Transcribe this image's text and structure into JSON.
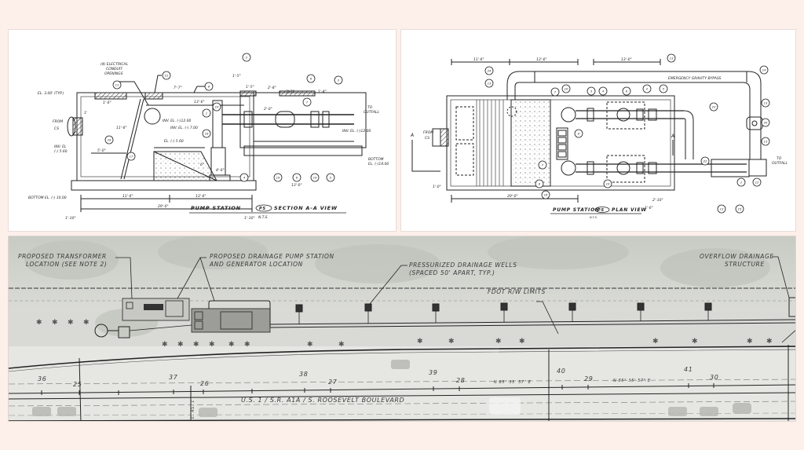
{
  "page": {
    "background": "#fdf0eb"
  },
  "section_view": {
    "title_prefix": "PUMP STATION",
    "title_tag": "PS",
    "title_suffix": "SECTION A-A VIEW",
    "scale": "N.T.S.",
    "labels": {
      "conduit_1": "(4) ELECTRICAL",
      "conduit_2": "CONDUIT",
      "conduit_3": "OPENINGS",
      "el_top": "EL. 3.00' (TYP.)",
      "from_1": "FROM",
      "from_tag": "CS",
      "inv_left_1": "INV. EL",
      "inv_left_2": "(-) 5.60",
      "bottom_el": "BOTTOM EL. (-) 10.00",
      "inv_12": "INV. EL. (-)12.00",
      "inv_7": "INV. EL. (-) 7.00",
      "el_560": "EL. (-) 5.60",
      "to_outfall_1": "TO",
      "to_outfall_2": "OUTFALL",
      "inv_out": "INV. EL. (-)12.00",
      "bottom_right_1": "BOTTOM",
      "bottom_right_2": "EL. (-)14.00"
    },
    "dimensions": {
      "d1": "1'-6\"",
      "d2": "1'",
      "d3": "11'-6\"",
      "d4": "13'-6\"",
      "d5": "5'-0\"",
      "d6": "11'-6\"",
      "d7": "13'-6\"",
      "d8": "29'-0\"",
      "d9": "1'-10\"",
      "d10": "1'-10\"",
      "d11": "7'-7\"",
      "d12": "4'-6\"",
      "d13": "2'-8\"",
      "d14": "3'-3\"",
      "d15": "1'-4\"",
      "d16": "1'-5\"",
      "d17": "1'-5\"",
      "d18": "13'-0\"",
      "d19": "2'-0\"",
      "d20": "6\""
    },
    "callouts": [
      "11",
      "21",
      "8",
      "9",
      "3",
      "2",
      "1",
      "16",
      "10",
      "7",
      "17",
      "18",
      "4",
      "19",
      "6",
      "19",
      "5"
    ]
  },
  "plan_view": {
    "title_prefix": "PUMP STATION",
    "title_tag": "PS",
    "title_suffix": "PLAN VIEW",
    "scale": "N.T.S.",
    "labels": {
      "bypass": "EMERGENCY GRAVITY BYPASS",
      "from_1": "FROM",
      "from_tag": "CS",
      "section_a_top": "A",
      "section_a_bottom": "A",
      "to_outfall_1": "TO",
      "to_outfall_2": "OUTFALL"
    },
    "dimensions": {
      "top1": "11'-6\"",
      "top2": "13'-6\"",
      "top3": "13'-0\"",
      "bottom": "29'-0\"",
      "left": "1'-0\"",
      "r1": "2'-10\"",
      "r2": "1'-6\""
    },
    "callouts": [
      "24",
      "13",
      "7",
      "10",
      "3",
      "4",
      "6",
      "2",
      "5",
      "13",
      "14",
      "23",
      "13",
      "20",
      "13",
      "22",
      "13",
      "15",
      "12",
      "1",
      "16",
      "8",
      "7",
      "9",
      "10"
    ]
  },
  "aerial_plan": {
    "annotations": {
      "transformer_1": "PROPOSED TRANSFORMER",
      "transformer_2": "LOCATION (SEE NOTE 2)",
      "pump_station_1": "PROPOSED DRAINAGE PUMP STATION",
      "pump_station_2": "AND GENERATOR LOCATION",
      "wells_1": "PRESSURIZED DRAINAGE WELLS",
      "wells_2": "(SPACED 50' APART, TYP.)",
      "row_limits": "FDOT R/W LIMITS",
      "overflow_1": "OVERFLOW DRAINAGE",
      "overflow_2": "STRUCTURE",
      "road_name": "U.S. 1 / S.R. A1A / S. ROOSEVELT BOULEVARD",
      "bearing_1": "N 85° 35' 57\" E",
      "bearing_2": "N 85° 35' 57\" E",
      "side_street": "E. AS. 1"
    },
    "stations_upper": [
      "36",
      "37",
      "38",
      "39",
      "40",
      "41"
    ],
    "stations_lower": [
      "25",
      "26",
      "27",
      "28",
      "29",
      "30"
    ]
  }
}
